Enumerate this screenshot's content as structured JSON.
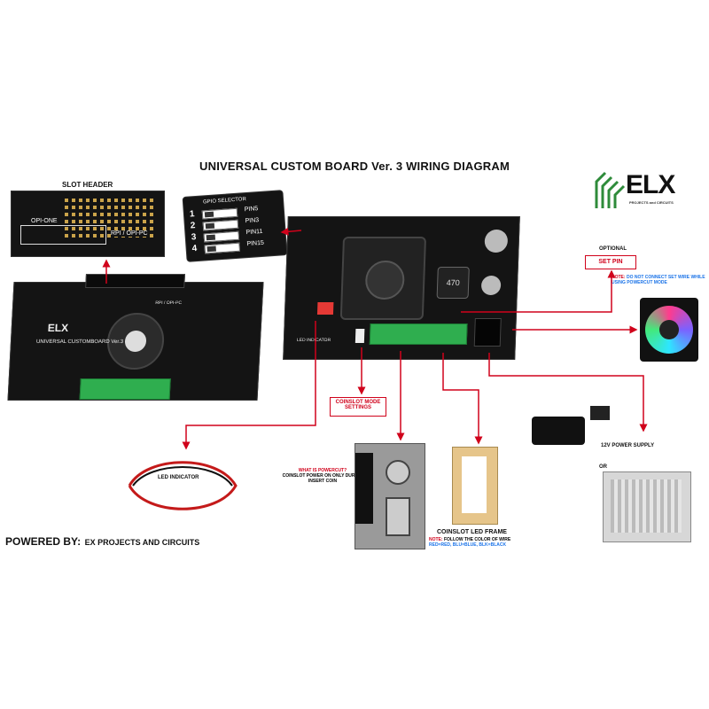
{
  "title": "UNIVERSAL CUSTOM BOARD Ver. 3 WIRING DIAGRAM",
  "logo": {
    "text": "ELX",
    "subtext": "PROJECTS and CIRCUITS",
    "color": "#2e8b3a"
  },
  "slot_header": {
    "label": "SLOT HEADER",
    "opi_label": "OPI-ONE",
    "rpi_label": "RPI / OPI-PC"
  },
  "gpio_selector": {
    "label": "GPIO SELECTOR",
    "numbers": [
      "1",
      "2",
      "3",
      "4"
    ],
    "pins": [
      "PIN5",
      "PIN3",
      "PIN11",
      "PIN15"
    ]
  },
  "left_board": {
    "label": "UNIVERSAL CUSTOMBOARD Ver.3",
    "brand": "ELX",
    "rpi_label": "RPI / OPI-PC"
  },
  "main_board": {
    "led_label": "LED INDICATOR",
    "inductor": "470"
  },
  "set_pin": {
    "optional": "OPTIONAL",
    "label": "SET PIN",
    "note_prefix": "NOTE:",
    "note": "DO NOT CONNECT SET WIRE WHILE USING POWERCUT MODE"
  },
  "coinslot_mode": {
    "label": "COINSLOT MODE SETTINGS"
  },
  "powercut": {
    "question": "WHAT IS POWERCUT?",
    "answer": "COINSLOT POWER ON ONLY DURING INSERT COIN"
  },
  "led_indicator": {
    "label": "LED INDICATOR"
  },
  "coinslot_led_frame": {
    "label": "COINSLOT LED FRAME",
    "note_prefix": "NOTE:",
    "note": "FOLLOW THE COLOR OF WIRE",
    "colors": "RED=RED, BLU=BLUE, BLK=BLACK"
  },
  "power_supply": {
    "label": "12V POWER SUPPLY",
    "or": "OR"
  },
  "powered_by": {
    "prefix": "POWERED BY:",
    "text": "EX PROJECTS AND CIRCUITS"
  },
  "colors": {
    "wire": "#d0021b",
    "pcb": "#141414",
    "terminal": "#2fae4f",
    "accent_blue": "#1a73e8"
  }
}
